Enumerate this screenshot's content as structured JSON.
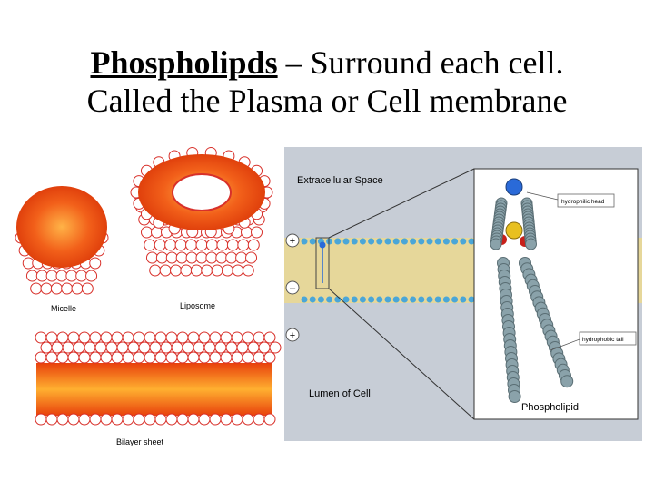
{
  "title": {
    "term": "Phospholipds",
    "line1_rest": " – Surround each cell.",
    "line2": "Called the Plasma or Cell membrane"
  },
  "left_figure": {
    "micelle_label": "Micelle",
    "liposome_label": "Liposome",
    "bilayer_label": "Bilayer sheet"
  },
  "right_figure": {
    "top_label": "Extracellular Space",
    "bottom_label": "Lumen of Cell",
    "head_label": "hydrophilic head",
    "tail_label": "hydrophobic tail",
    "molecule_label": "Phospholipid",
    "charges": [
      "+",
      "–",
      "+"
    ]
  },
  "colors": {
    "lipid_core": "#f04a10",
    "head_outline": "#d8302a",
    "membrane_bg": "#c7cdd6",
    "bilayer_band": "#e6d79a",
    "head_blue": "#4aa6d8",
    "atom_gray": "#8aa2aa"
  }
}
